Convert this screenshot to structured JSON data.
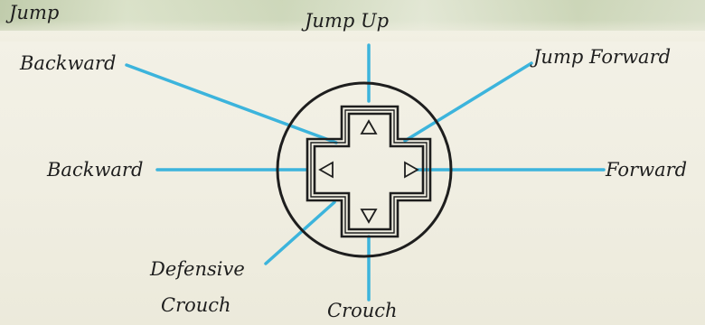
{
  "labels": {
    "jump_backward_line1": "Jump",
    "jump_backward_line2": "Backward",
    "jump_up": "Jump Up",
    "jump_forward": "Jump Forward",
    "backward": "Backward",
    "forward": "Forward",
    "defensive_crouch_line1": "Defensive",
    "defensive_crouch_line2": "Crouch",
    "crouch": "Crouch"
  },
  "icons": {
    "dpad": "dpad-icon",
    "up": "up-triangle-icon",
    "down": "down-triangle-icon",
    "left": "left-triangle-icon",
    "right": "right-triangle-icon"
  },
  "colors": {
    "leader_line": "#3cb4dc",
    "outline": "#1e1e1e",
    "background": "#f1efe2"
  }
}
